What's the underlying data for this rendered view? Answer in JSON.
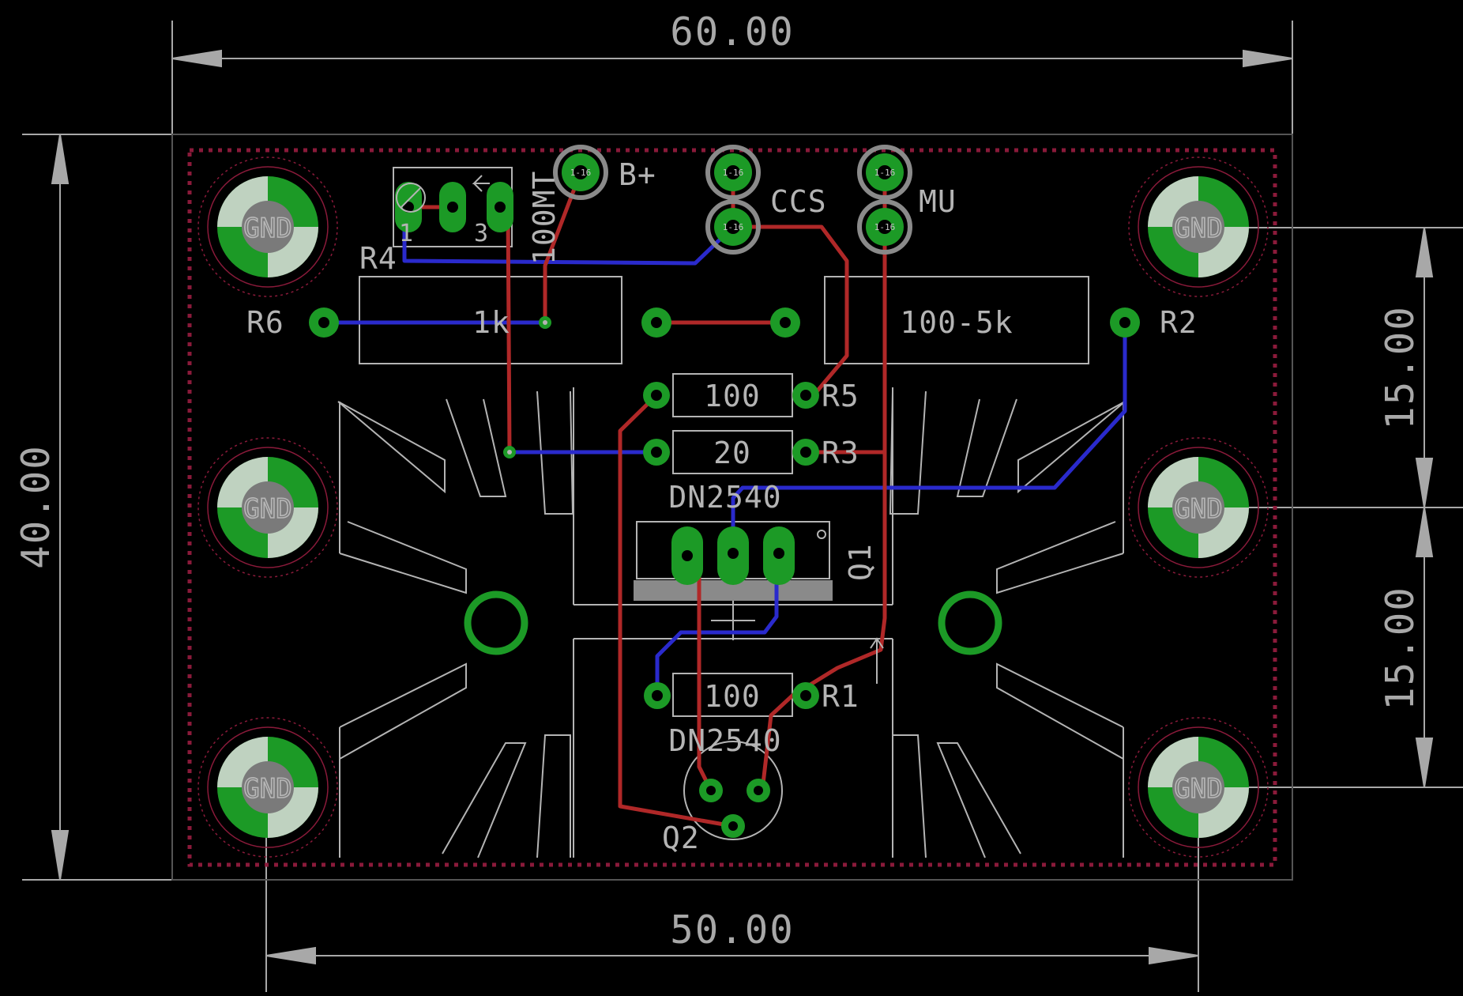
{
  "dimensions": {
    "top_width": "60.00",
    "bottom_width": "50.00",
    "left_height": "40.00",
    "right_upper": "15.00",
    "right_lower": "15.00"
  },
  "labels": {
    "b_plus": "B+",
    "ccs": "CCS",
    "mu": "MU",
    "r4": "R4",
    "r4_value": "100MT",
    "r4_pin1": "1",
    "r4_pin3": "3",
    "r6": "R6",
    "r6_value": "1k",
    "r2": "R2",
    "r2_value": "100-5k",
    "r5": "R5",
    "r5_value": "100",
    "r3": "R3",
    "r3_value": "20",
    "q1": "Q1",
    "q1_value": "DN2540",
    "r1": "R1",
    "r1_value": "100",
    "q2": "Q2",
    "q2_value": "DN2540",
    "gnd": "GND",
    "pad_marker": "1-16"
  },
  "colors": {
    "background": "#000000",
    "dimension": "#a8a8a8",
    "silkscreen": "#b4b4b4",
    "pad": "#1c9a26",
    "top_trace": "#b02828",
    "bottom_trace": "#2a2acc",
    "board_outline": "#8a1a3a"
  }
}
